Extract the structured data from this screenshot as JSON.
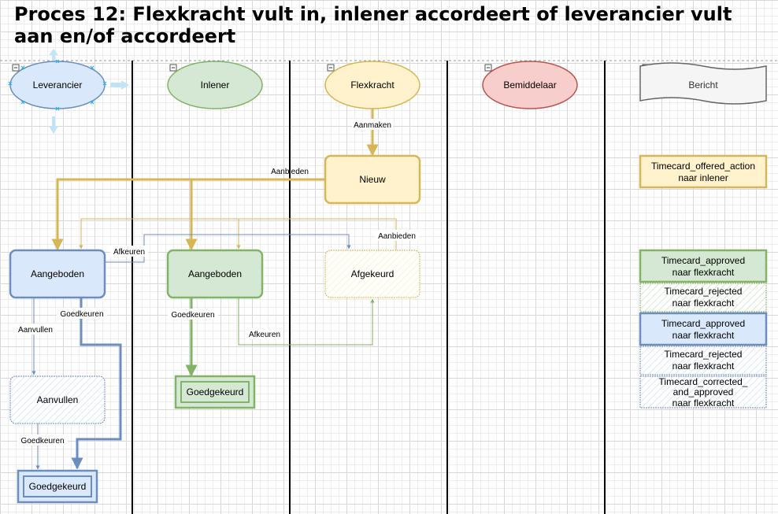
{
  "title": "Proces 12: Flexkracht vult in, inlener accordeert of leverancier vult aan en/of accordeert",
  "colors": {
    "blue_fill": "#dae8fc",
    "blue_stroke": "#6c8ebf",
    "green_fill": "#d5e8d4",
    "green_stroke": "#82b366",
    "yellow_fill": "#fff2cc",
    "yellow_stroke": "#d6b656",
    "red_fill": "#f8cecc",
    "red_stroke": "#b85450",
    "grey_fill": "#f5f5f5",
    "grey_stroke": "#666666"
  },
  "lanes": {
    "leverancier": "Leverancier",
    "inlener": "Inlener",
    "flexkracht": "Flexkracht",
    "bemiddelaar": "Bemiddelaar",
    "bericht": "Bericht"
  },
  "states": {
    "nieuw": "Nieuw",
    "lev_aangeboden": "Aangeboden",
    "inl_aangeboden": "Aangeboden",
    "afgekeurd": "Afgekeurd",
    "aanvullen": "Aanvullen",
    "inl_goedgekeurd": "Goedgekeurd",
    "lev_goedgekeurd": "Goedgekeurd"
  },
  "edge_labels": {
    "aanmaken": "Aanmaken",
    "aanbieden_1": "Aanbieden",
    "aanbieden_2": "Aanbieden",
    "afkeuren_lev": "Afkeuren",
    "afkeuren_inl": "Afkeuren",
    "goedkeuren_lev": "Goedkeuren",
    "goedkeuren_inl": "Goedkeuren",
    "aanvullen": "Aanvullen",
    "goedkeuren_aanvullen": "Goedkeuren"
  },
  "messages": [
    {
      "line1": "Timecard_offered_action",
      "line2": "naar inlener"
    },
    {
      "line1": "Timecard_approved",
      "line2": "naar flexkracht"
    },
    {
      "line1": "Timecard_rejected",
      "line2": "naar flexkracht"
    },
    {
      "line1": "Timecard_approved",
      "line2": "naar flexkracht"
    },
    {
      "line1": "Timecard_rejected",
      "line2": "naar flexkracht"
    },
    {
      "line1": "Timecard_corrected_",
      "line2": "and_approved",
      "line3": "naar flexkracht"
    }
  ]
}
